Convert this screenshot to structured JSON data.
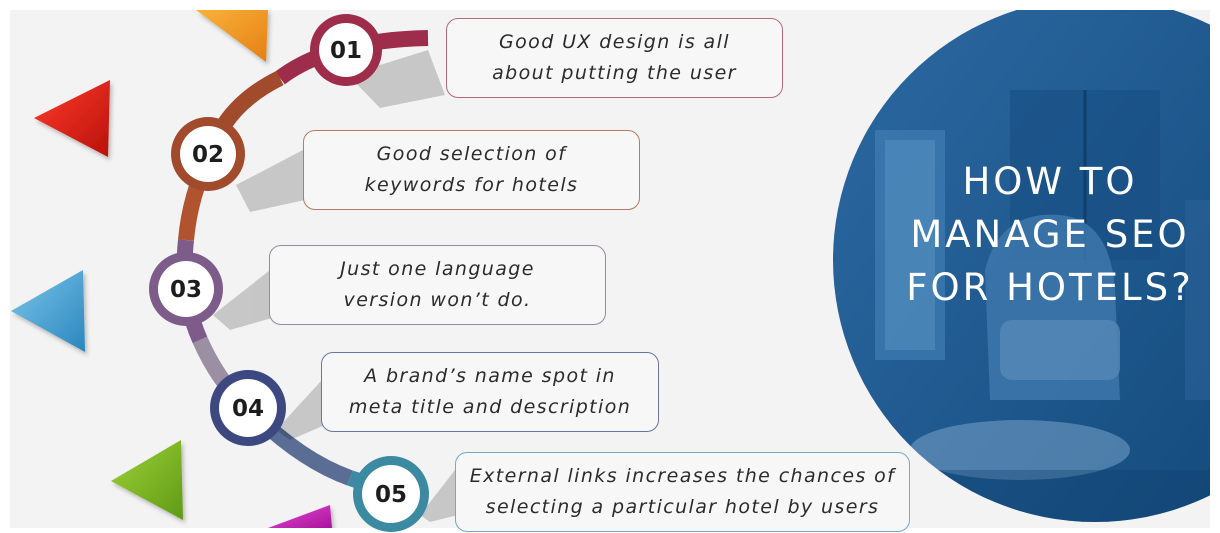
{
  "heading": {
    "line1": "HOW TO",
    "line2": "MANAGE SEO",
    "line3": "FOR HOTELS?"
  },
  "steps": [
    {
      "number": "01",
      "text": "Good UX design is all\nabout putting the user",
      "color": "#9e2d4b"
    },
    {
      "number": "02",
      "text": "Good selection of\nkeywords for hotels",
      "color": "#a24a2c"
    },
    {
      "number": "03",
      "text": "Just one language\nversion won’t do.",
      "color": "#7d5c8a"
    },
    {
      "number": "04",
      "text": "A brand’s name spot in\nmeta title and description",
      "color": "#3d4880"
    },
    {
      "number": "05",
      "text": "External links increases the chances of\nselecting a particular hotel by users",
      "color": "#3c8aa1"
    }
  ],
  "theme": {
    "accent_blue": "#1e5e96",
    "panel_bg": "#f3f3f3"
  },
  "icons": [
    "orange-triangle-icon",
    "red-triangle-icon",
    "blue-triangle-icon",
    "green-triangle-icon",
    "magenta-triangle-icon"
  ]
}
